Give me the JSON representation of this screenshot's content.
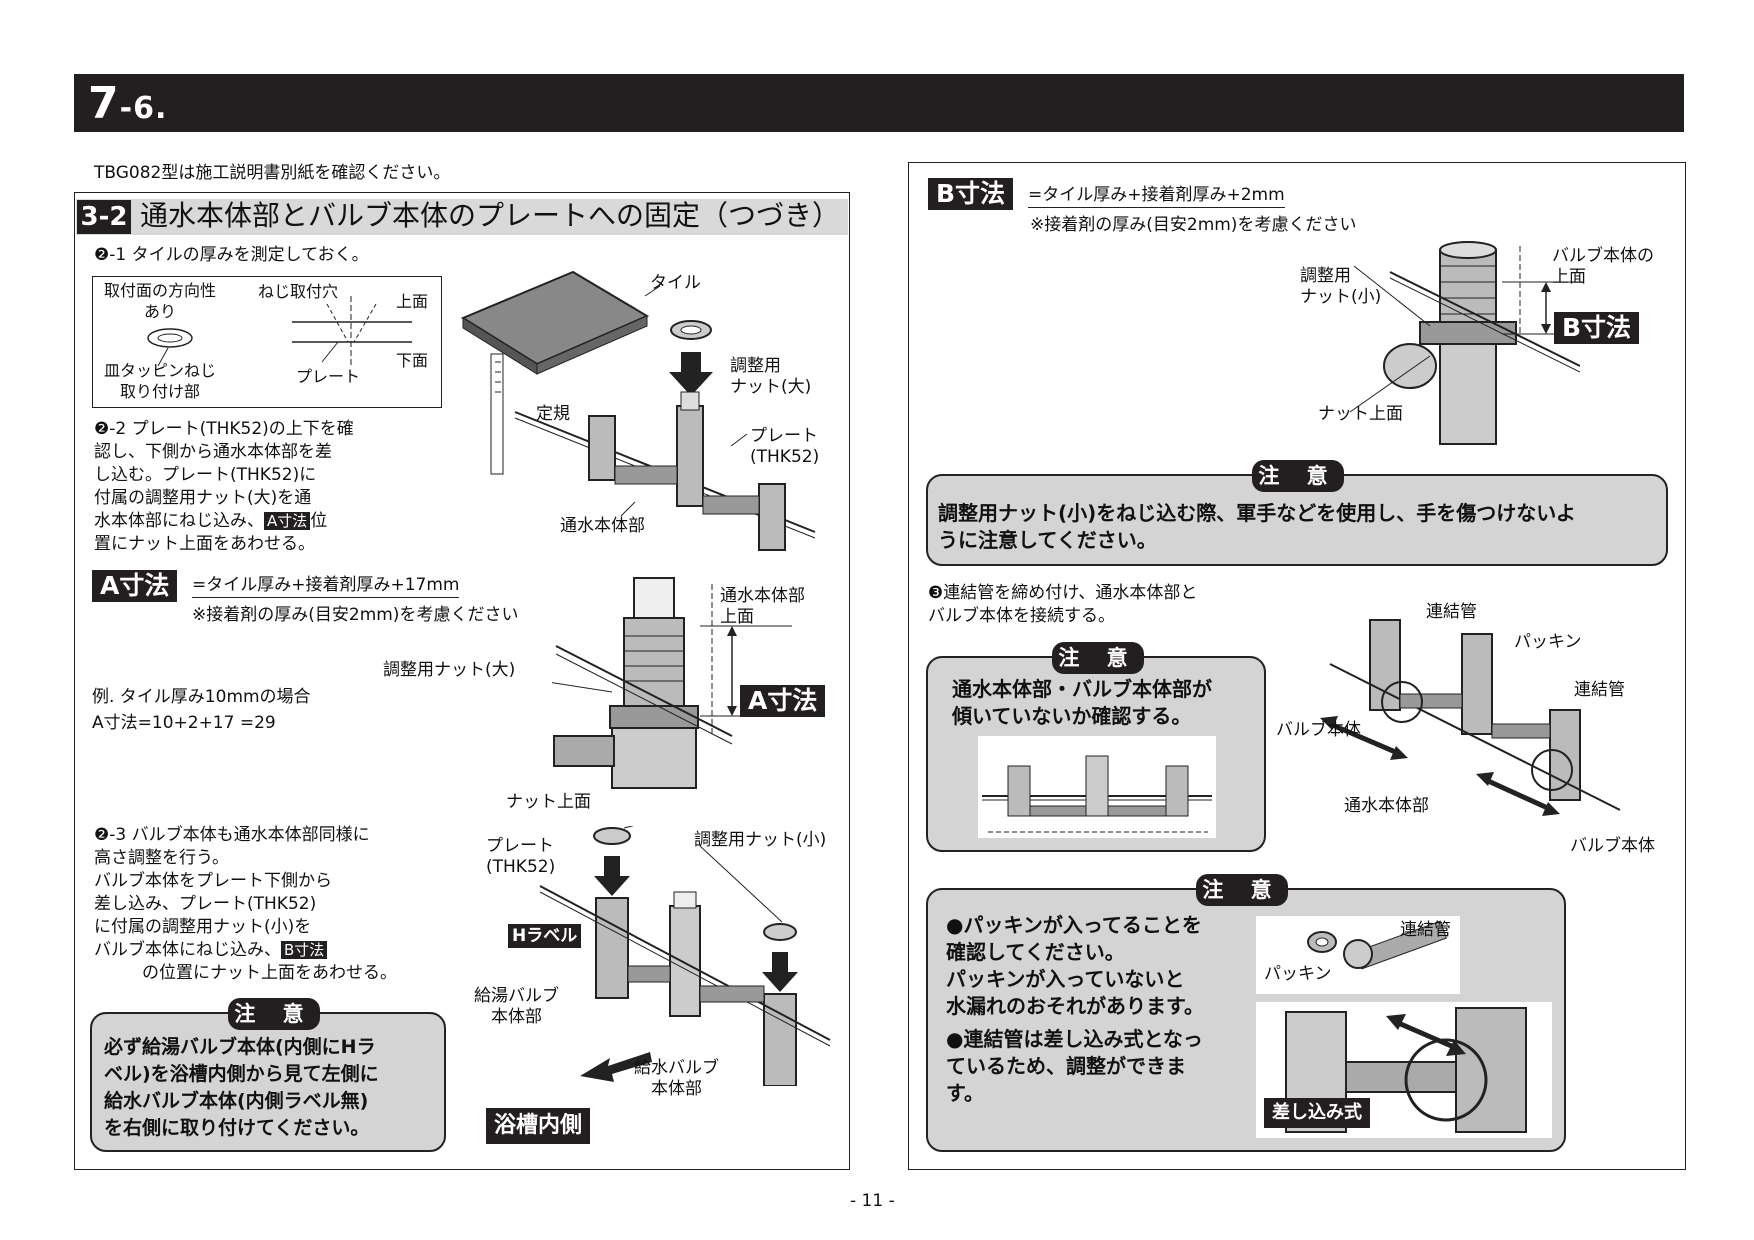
{
  "header": {
    "num_big": "7",
    "num_small": "-6."
  },
  "intro": "TBG082型は施工説明書別紙を確認ください。",
  "section": {
    "num": "3-2",
    "title": "通水本体部とバルブ本体のプレートへの固定（つづき）"
  },
  "step1": {
    "text": "❷-1 タイルの厚みを測定しておく。",
    "box_dir_label": "取付面の方向性\nあり",
    "box_screw_hole": "ねじ取付穴",
    "box_top": "上面",
    "box_bottom": "下面",
    "box_plate": "プレート",
    "box_tappin": "皿タッピンねじ\n取り付け部",
    "tile_label": "タイル",
    "ruler_label": "定規",
    "nut_big_label": "調整用\nナット(大)",
    "plate_label": "プレート\n(THK52)",
    "body_label": "通水本体部"
  },
  "step2": {
    "text_a": "❷-2 プレート(THK52)の上下を確\n認し、下側から通水本体部を差\nし込む。プレート(THK52)に\n付属の調整用ナット(大)を通\n水本体部にねじ込み、",
    "badge": "A寸法",
    "text_b": "位\n置にナット上面をあわせる。"
  },
  "a_dim": {
    "label": "A寸法",
    "formula": "=タイル厚み+接着剤厚み+17mm",
    "note": "※接着剤の厚み(目安2mm)を考慮ください",
    "example_1": "例. タイル厚み10mmの場合",
    "example_2": "A寸法=10+2+17 =29",
    "nut_label": "調整用ナット(大)",
    "top_label": "通水本体部\n上面",
    "nut_top_label": "ナット上面",
    "dim_label": "A寸法"
  },
  "step3": {
    "text_a": "❷-3 バルブ本体も通水本体部同様に\n高さ調整を行う。\nバルブ本体をプレート下側から\n差し込み、プレート(THK52)\nに付属の調整用ナット(小)を\nバルブ本体にねじ込み、",
    "badge": "B寸法",
    "text_b": "の位置にナット上面をあわせる。",
    "plate_label": "プレート\n(THK52)",
    "nut_small_label": "調整用ナット(小)",
    "h_label": "Hラベル",
    "hot_label": "給湯バルブ\n本体部",
    "cold_label": "給水バルブ\n本体部",
    "tub_label": "浴槽内側"
  },
  "caution1": {
    "label": "注 意",
    "text": "必ず給湯バルブ本体(内側にHラ\nベル)を浴槽内側から見て左側に\n給水バルブ本体(内側ラベル無)\nを右側に取り付けてください。"
  },
  "b_dim": {
    "label": "B寸法",
    "formula": "=タイル厚み+接着剤厚み+2mm",
    "note": "※接着剤の厚み(目安2mm)を考慮ください",
    "nut_label": "調整用\nナット(小)",
    "top_label": "バルブ本体の\n上面",
    "nut_top_label": "ナット上面",
    "dim_label": "B寸法"
  },
  "caution2": {
    "label": "注 意",
    "text": "調整用ナット(小)をねじ込む際、軍手などを使用し、手を傷つけないよ\nうに注意してください。"
  },
  "step4": {
    "text": "❸連結管を締め付け、通水本体部と\nバルブ本体を接続する。",
    "pipe_label_1": "連結管",
    "packing_label": "パッキン",
    "pipe_label_2": "連結管",
    "valve_label_1": "バルブ本体",
    "body_label": "通水本体部",
    "valve_label_2": "バルブ本体"
  },
  "caution3": {
    "label": "注 意",
    "text": "通水本体部・バルブ本体部が\n傾いていないか確認する。"
  },
  "caution4": {
    "label": "注 意",
    "bullet1": "●パッキンが入ってることを\n確認してください。\nパッキンが入っていないと\n水漏れのおそれがあります。",
    "bullet2": "●連結管は差し込み式となっ\nているため、調整ができま\nす。",
    "pipe_label": "連結管",
    "packing_label": "パッキン",
    "insert_label": "差し込み式"
  },
  "page_number": "- 11 -"
}
